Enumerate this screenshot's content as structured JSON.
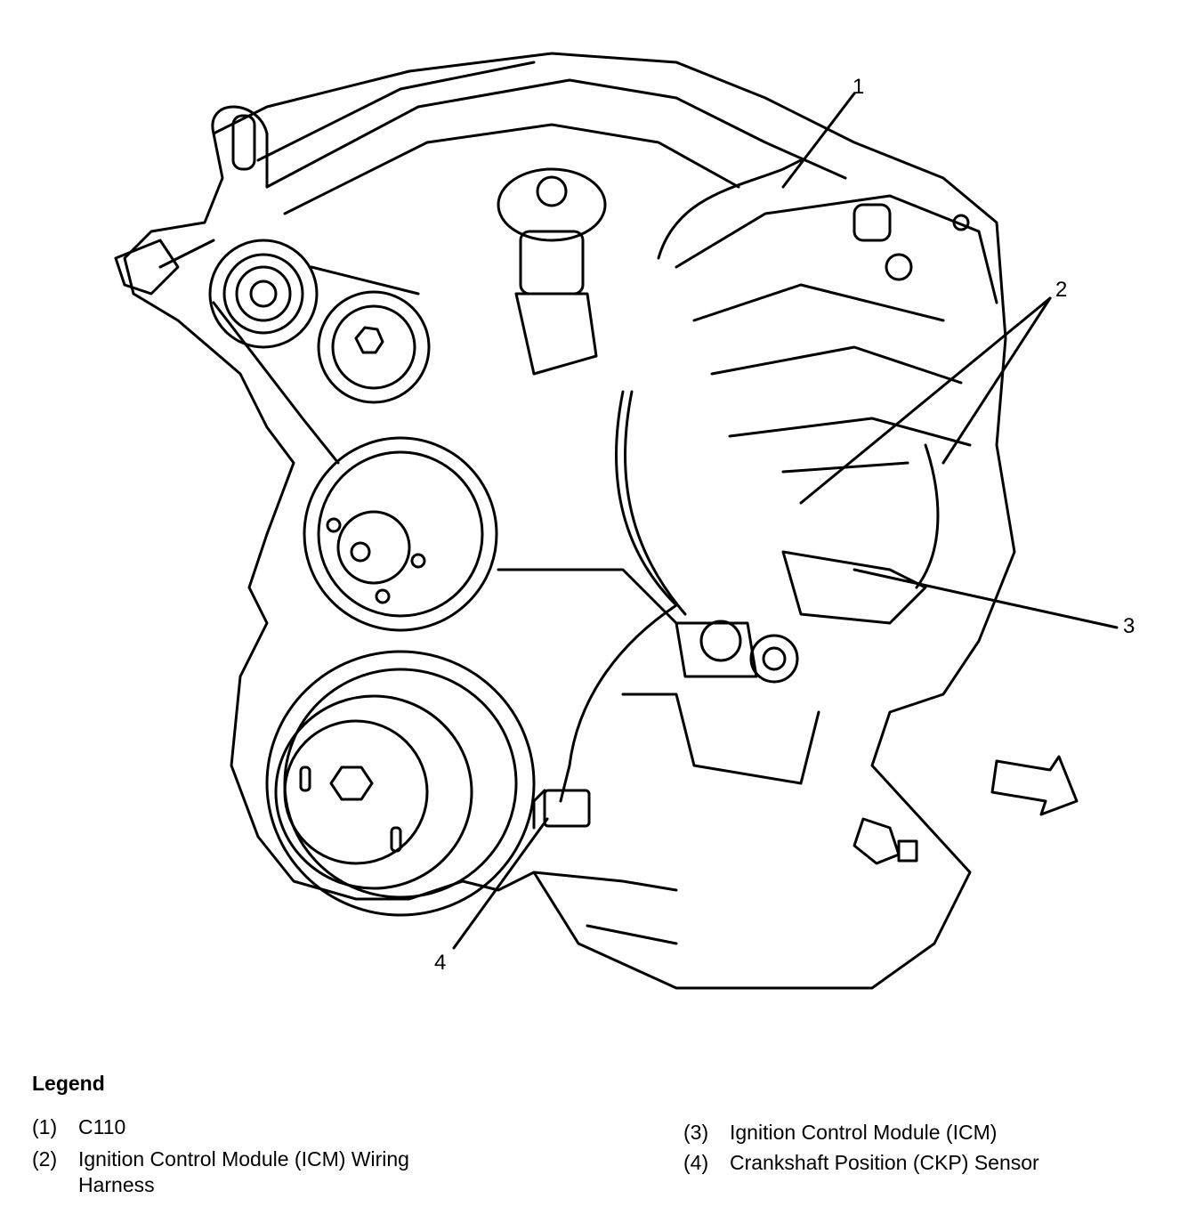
{
  "callouts": [
    {
      "id": "1",
      "label": "1"
    },
    {
      "id": "2",
      "label": "2"
    },
    {
      "id": "3",
      "label": "3"
    },
    {
      "id": "4",
      "label": "4"
    }
  ],
  "legend": {
    "title": "Legend",
    "items": [
      {
        "num": "(1)",
        "text": "C110"
      },
      {
        "num": "(2)",
        "text": "Ignition Control Module (ICM) Wiring",
        "text2": "Harness"
      },
      {
        "num": "(3)",
        "text": "Ignition Control Module (ICM)"
      },
      {
        "num": "(4)",
        "text": "Crankshaft Position (CKP) Sensor"
      }
    ]
  }
}
